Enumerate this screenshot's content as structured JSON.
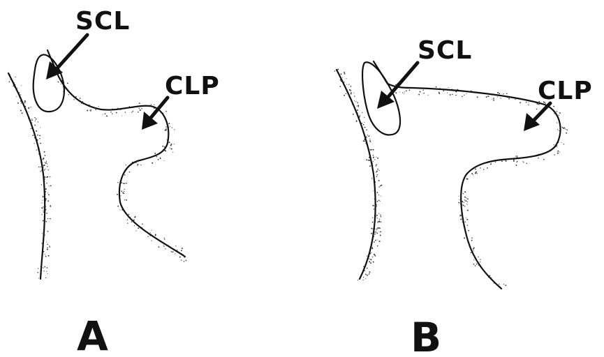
{
  "panels": [
    {
      "letter": "A",
      "labels": {
        "scl": "SCL",
        "clp": "CLP"
      }
    },
    {
      "letter": "B",
      "labels": {
        "scl": "SCL",
        "clp": "CLP"
      }
    }
  ],
  "colors": {
    "ink": "#111111",
    "background": "#ffffff"
  }
}
